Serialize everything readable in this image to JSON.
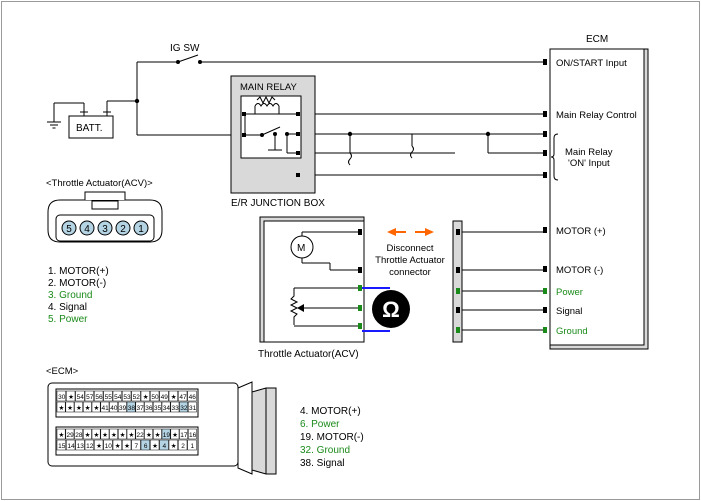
{
  "ig_sw": "IG SW",
  "battery": "BATT.",
  "main_relay": "MAIN RELAY",
  "junction_box": "E/R JUNCTION BOX",
  "ecm": {
    "title": "ECM",
    "pins": [
      "ON/START Input",
      "Main Relay Control",
      "Main Relay",
      "'ON' Input",
      "MOTOR (+)",
      "MOTOR (-)",
      "Power",
      "Signal",
      "Ground"
    ]
  },
  "disconnect": [
    "Disconnect",
    "Throttle Actuator",
    "connector"
  ],
  "ohm_symbol": "Ω",
  "throttle_actuator_label": "Throttle Actuator(ACV)",
  "motor_symbol": "M",
  "connector_title": "<Throttle Actuator(ACV)>",
  "connector_pins": [
    "5",
    "4",
    "3",
    "2",
    "1"
  ],
  "acv_legend": [
    "1. MOTOR(+)",
    "2. MOTOR(-)",
    "3. Ground",
    "4. Signal",
    "5. Power"
  ],
  "ecm_connector_title": "<ECM>",
  "ecm_legend": [
    "4. MOTOR(+)",
    "6. Power",
    "19. MOTOR(-)",
    "32. Ground",
    "38. Signal"
  ],
  "ecm_rows": [
    [
      "30",
      "★",
      "54",
      "57",
      "56",
      "55",
      "54",
      "53",
      "52",
      "★",
      "50",
      "49",
      "★",
      "47",
      "46"
    ],
    [
      "★",
      "★",
      "★",
      "★",
      "★",
      "41",
      "40",
      "39",
      "38",
      "37",
      "36",
      "35",
      "34",
      "33",
      "32",
      "31"
    ],
    [
      "★",
      "29",
      "28",
      "★",
      "★",
      "★",
      "★",
      "★",
      "★",
      "22",
      "★",
      "★",
      "19",
      "★",
      "17",
      "16"
    ],
    [
      "15",
      "14",
      "13",
      "12",
      "★",
      "10",
      "★",
      "★",
      "7",
      "6",
      "★",
      "4",
      "★",
      "2",
      "1"
    ]
  ],
  "ecm_highlight": [
    "38",
    "32",
    "19",
    "6",
    "4"
  ],
  "colors": {
    "green_text": "#1a8a1a",
    "blue_wire": "#1a1aff",
    "orange_arrow": "#ff6600",
    "pin_highlight": "#b4d4e4"
  }
}
